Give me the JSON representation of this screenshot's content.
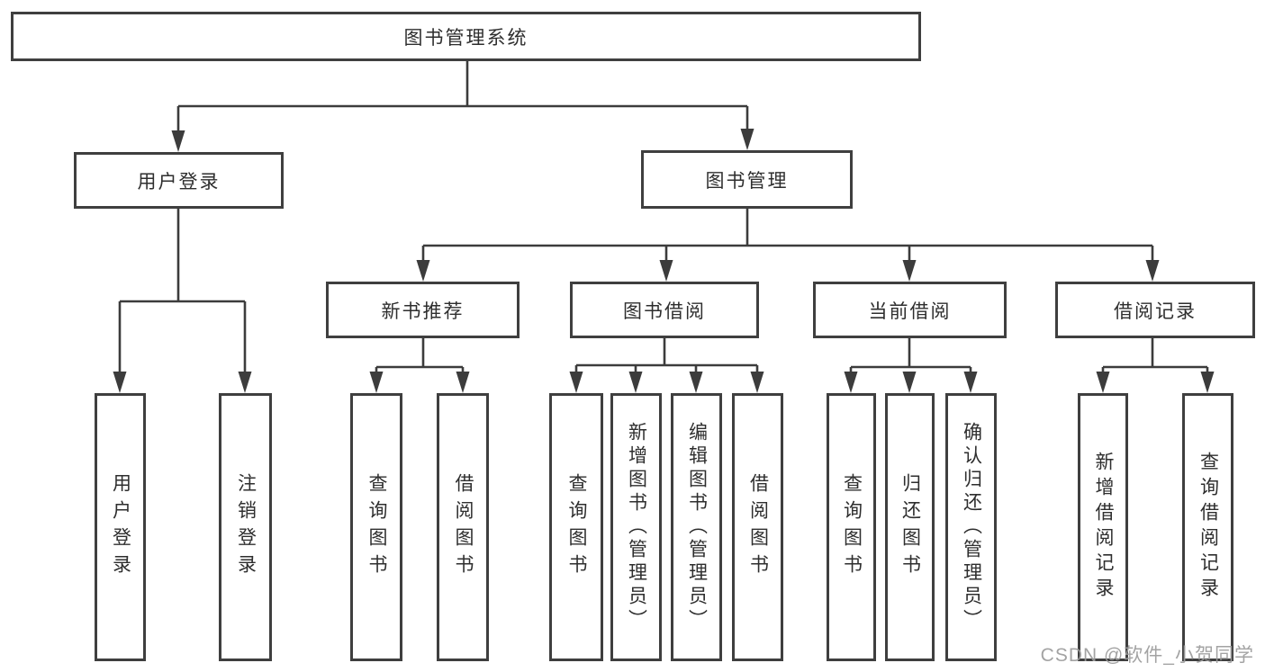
{
  "style": {
    "background": "#ffffff",
    "line_color": "#3c3c3c",
    "box_border_color": "#3f3f3f",
    "text_color": "#2e2e2e",
    "watermark_color": "#9e9e9e"
  },
  "tree": {
    "label": "图书管理系统",
    "children": [
      {
        "label": "用户登录",
        "children": [
          {
            "label": "用户登录"
          },
          {
            "label": "注销登录"
          }
        ]
      },
      {
        "label": "图书管理",
        "children": [
          {
            "label": "新书推荐",
            "children": [
              {
                "label": "查询图书"
              },
              {
                "label": "借阅图书"
              }
            ]
          },
          {
            "label": "图书借阅",
            "children": [
              {
                "label": "查询图书"
              },
              {
                "label": "新增图书（管理员）"
              },
              {
                "label": "编辑图书（管理员）"
              },
              {
                "label": "借阅图书"
              }
            ]
          },
          {
            "label": "当前借阅",
            "children": [
              {
                "label": "查询图书"
              },
              {
                "label": "归还图书"
              },
              {
                "label": "确认归还（管理员）"
              }
            ]
          },
          {
            "label": "借阅记录",
            "children": [
              {
                "label": "新增借阅记录"
              },
              {
                "label": "查询借阅记录"
              }
            ]
          }
        ]
      }
    ]
  },
  "watermark": {
    "text": "CSDN @软件_小贺同学"
  }
}
